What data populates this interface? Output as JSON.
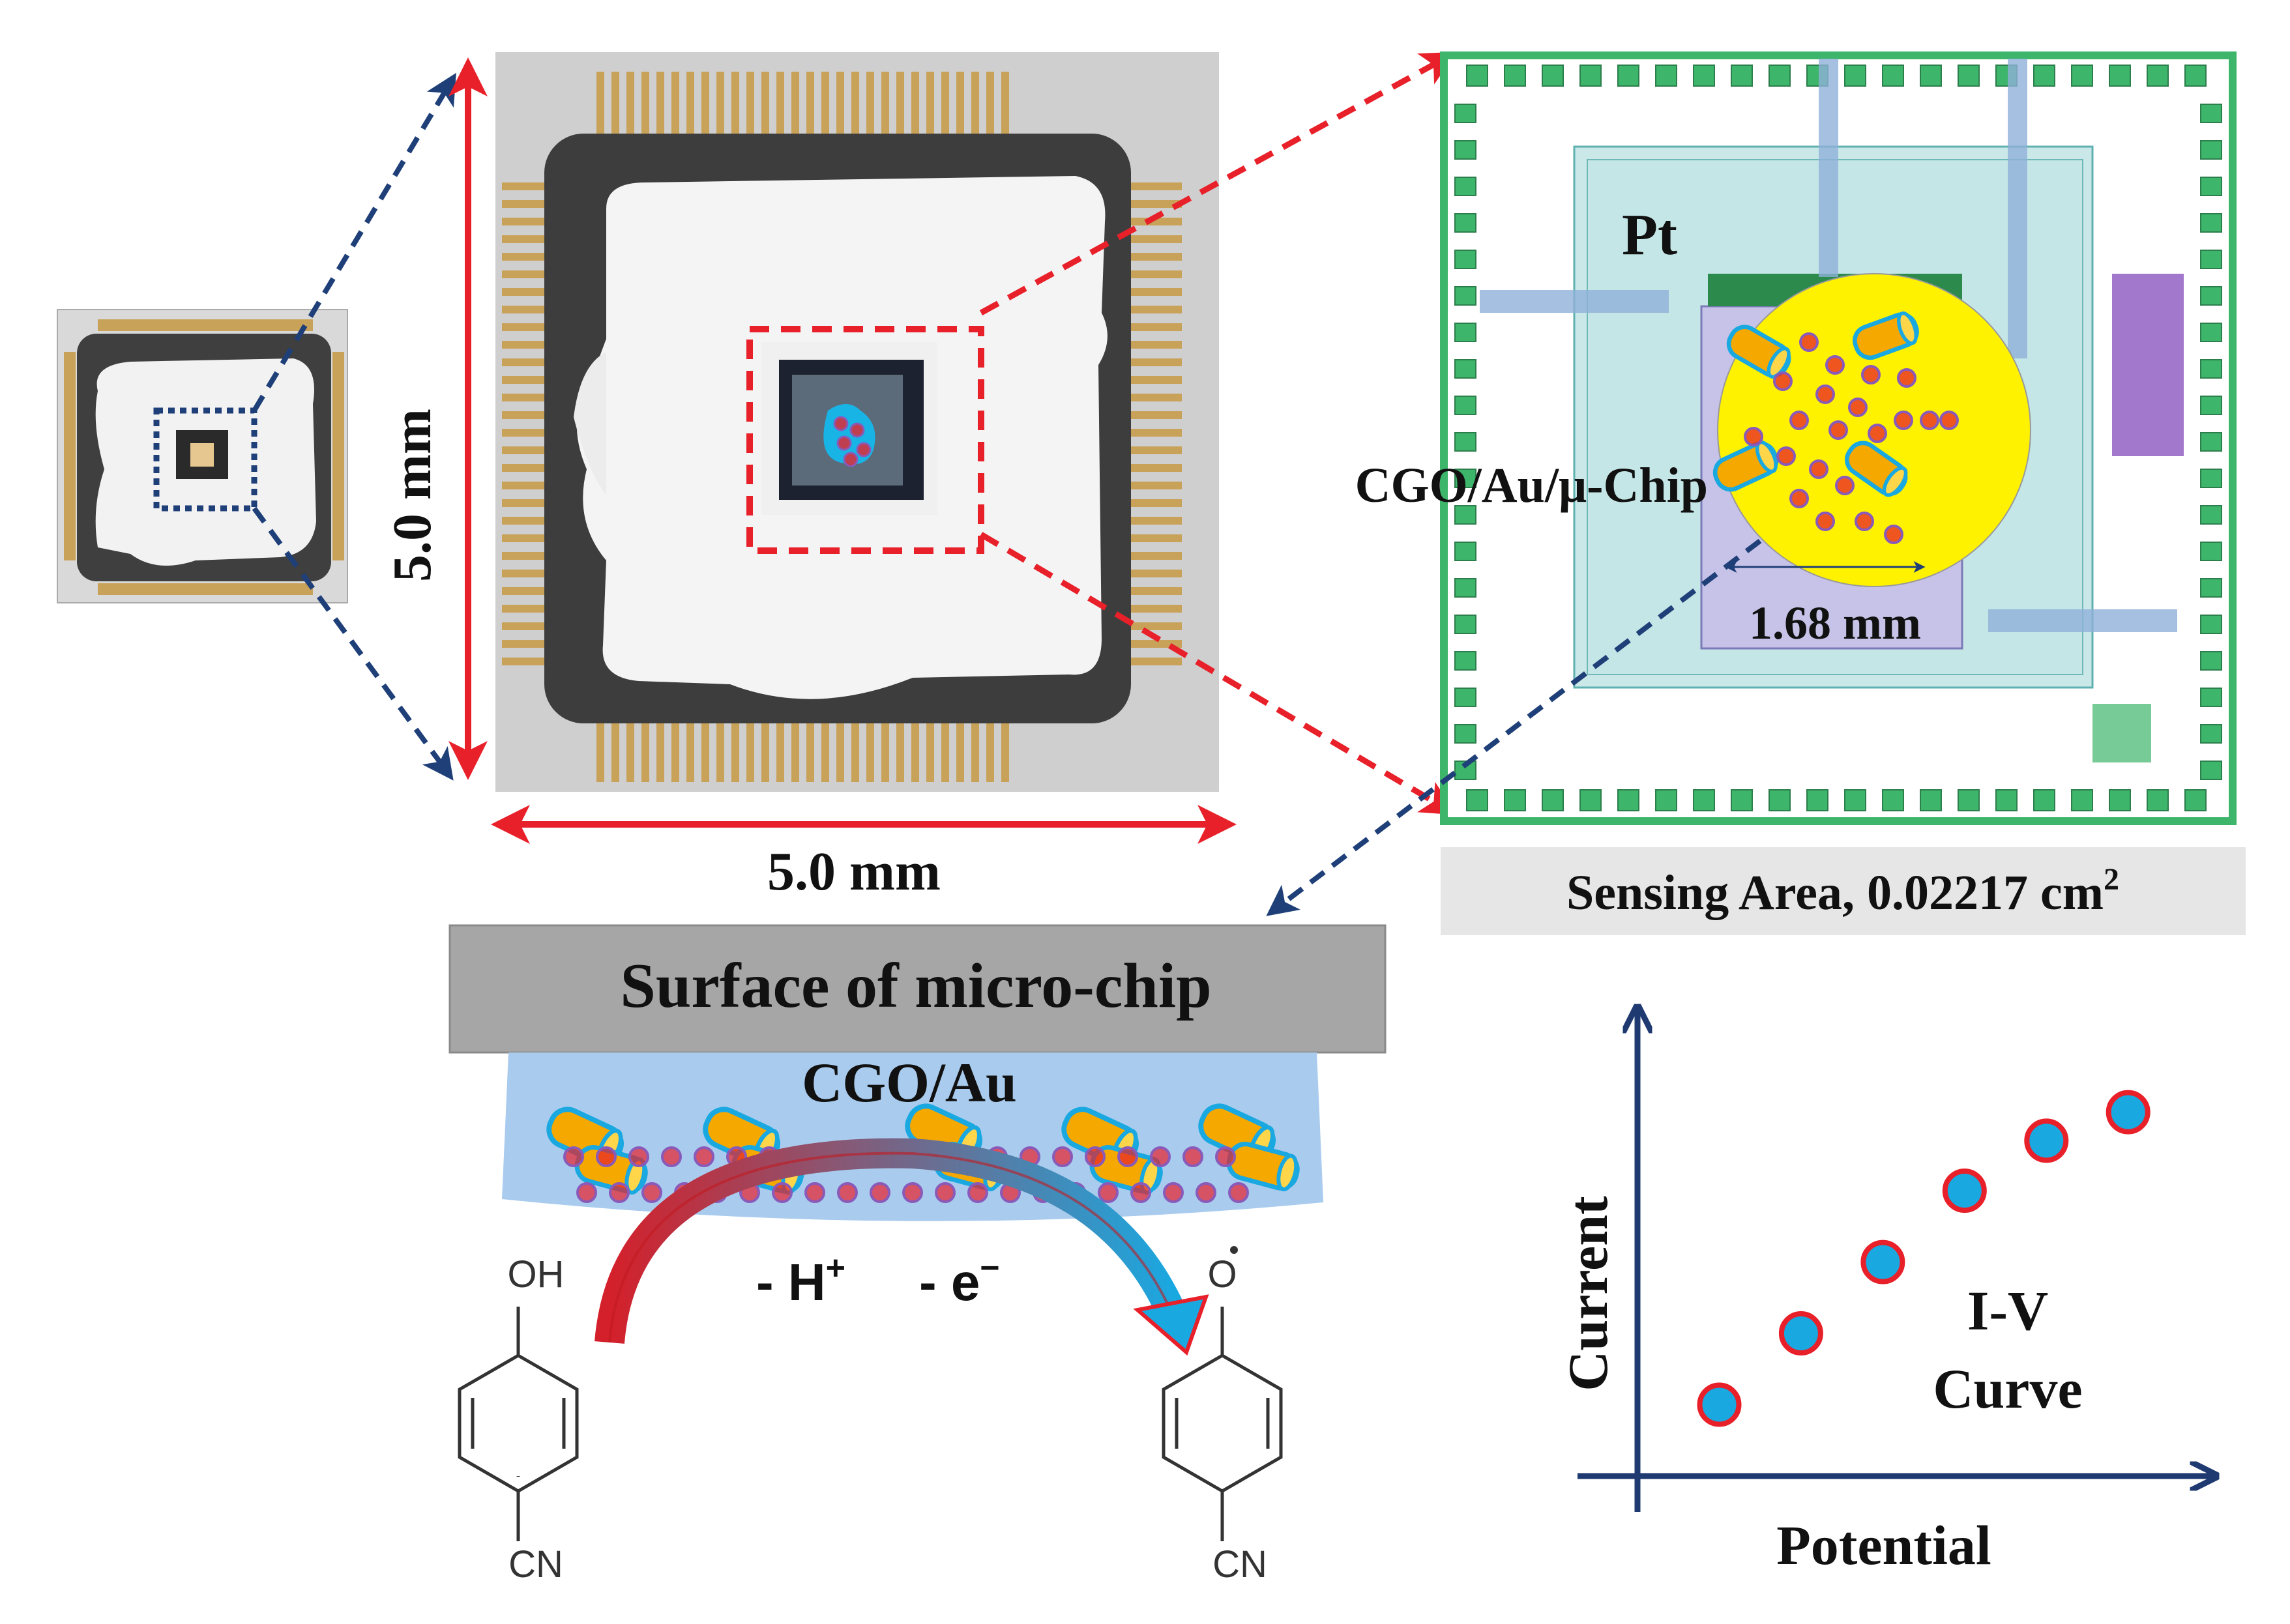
{
  "labels": {
    "vertical_dim": "5.0 mm",
    "horizontal_dim": "5.0 mm",
    "pt": "Pt",
    "cgo_chip": "CGO/Au/μ-Chip",
    "sensing_diameter": "1.68 mm",
    "sensing_area_prefix": "Sensing Area, 0.02217 cm",
    "sensing_area_sup": "2",
    "surface": "Surface of micro-chip",
    "cgo_au": "CGO/Au",
    "minus_h": "- H",
    "plus_sup": "+",
    "minus_e": "- e",
    "minus_sup": "−"
  },
  "molecules": {
    "left_top": "OH",
    "left_bottom": "CN",
    "right_top": "O",
    "right_bottom": "CN"
  },
  "chart_data": {
    "type": "scatter",
    "title_lines": [
      "I-V",
      "Curve"
    ],
    "xlabel": "Potential",
    "ylabel": "Current",
    "points": [
      {
        "x": 1,
        "y": 1
      },
      {
        "x": 2,
        "y": 2
      },
      {
        "x": 3,
        "y": 3
      },
      {
        "x": 4,
        "y": 4
      },
      {
        "x": 5,
        "y": 4.7
      },
      {
        "x": 6,
        "y": 5.1
      }
    ]
  },
  "colors": {
    "red_arrow": "#e8202a",
    "blue_arrow": "#1f3f78",
    "point_fill": "#1aa8e0",
    "point_stroke": "#e8202a",
    "axis": "#1f3a70",
    "gold": "#f5a800",
    "yellow": "#fff200",
    "layout_green": "#3db56a"
  }
}
